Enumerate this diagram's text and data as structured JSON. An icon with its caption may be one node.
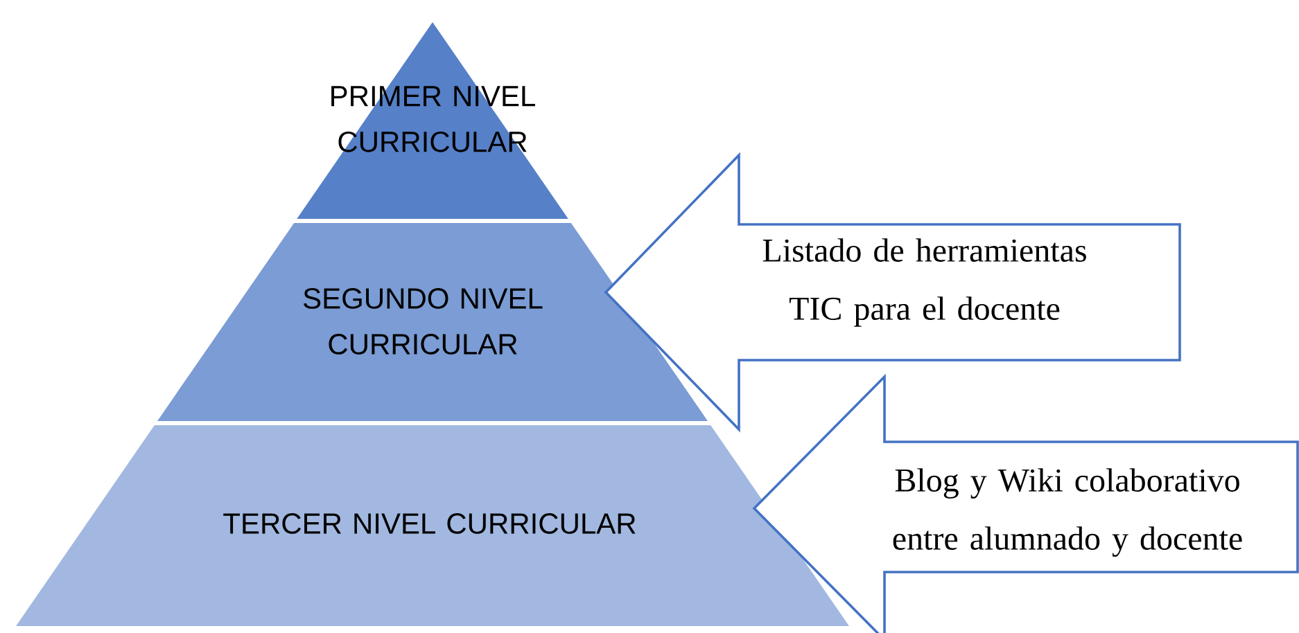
{
  "diagram": {
    "nodes": [
      {
        "text": [
          "PRIMER NIVEL CURRICULAR"
        ]
      },
      {
        "text": [
          "SEGUNDO NIVEL CURRICULAR"
        ]
      },
      {
        "text": [
          "TERCER NIVEL CURRICULAR"
        ]
      },
      {
        "text": [
          "Listado de herramientas TIC para el docente"
        ]
      },
      {
        "text": [
          "Blog y Wiki colaborativo entre alumnado y docente"
        ]
      }
    ]
  }
}
